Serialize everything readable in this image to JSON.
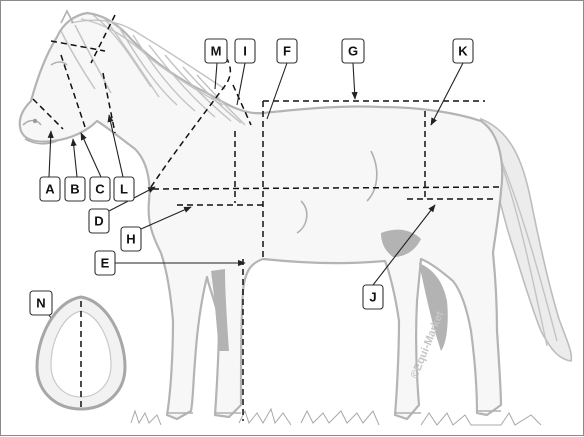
{
  "diagram": {
    "labels": {
      "a": "A",
      "b": "B",
      "c": "C",
      "d": "D",
      "e": "E",
      "f": "F",
      "g": "G",
      "h": "H",
      "i": "I",
      "j": "J",
      "k": "K",
      "l": "L",
      "m": "M",
      "n": "N"
    },
    "watermark": "©Equi-Market",
    "colors": {
      "measure_line": "#111111",
      "pony_outline": "#b4b4b4",
      "pony_shading": "#b3b3b3",
      "label_border": "#333333",
      "frame_border": "#8a8a8a"
    }
  }
}
